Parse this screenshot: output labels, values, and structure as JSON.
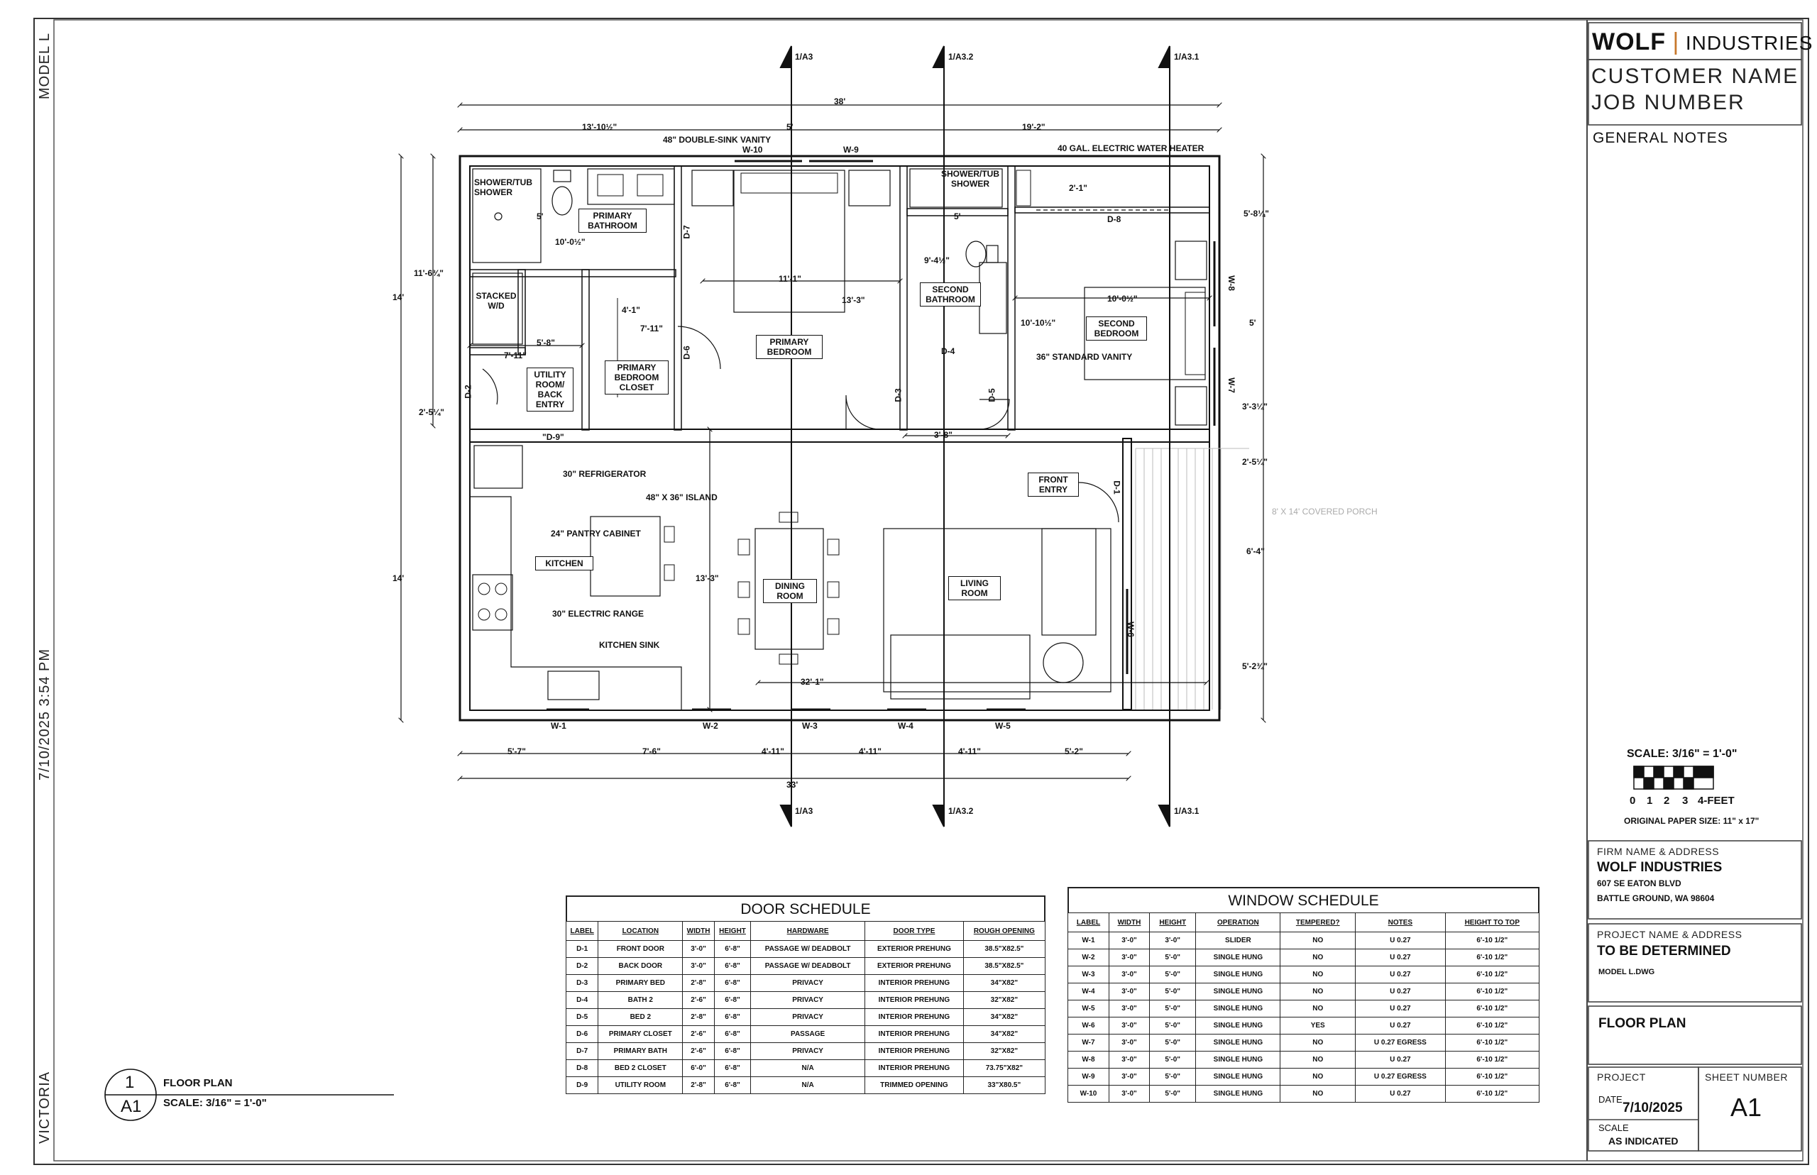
{
  "sidebar": {
    "model": "MODEL L",
    "datetime": "7/10/2025  3:54  PM",
    "project": "VICTORIA"
  },
  "title_block": {
    "logo_wolf": "WOLF",
    "logo_industries": "INDUSTRIES",
    "customer": "CUSTOMER NAME",
    "job": "JOB NUMBER",
    "general_notes": "GENERAL NOTES",
    "scale_title": "SCALE: 3/16\" = 1'-0\"",
    "scale_ticks": [
      "0",
      "1",
      "2",
      "3",
      "4-FEET"
    ],
    "paper_size": "ORIGINAL PAPER SIZE: 11\" x 17\"",
    "firm_label": "FIRM NAME & ADDRESS",
    "firm_name": "WOLF INDUSTRIES",
    "firm_addr1": "607 SE EATON BLVD",
    "firm_addr2": "BATTLE GROUND, WA 98604",
    "project_label": "PROJECT NAME & ADDRESS",
    "project_name": "TO BE DETERMINED",
    "dwg": "MODEL L.DWG",
    "drawing_title": "FLOOR PLAN",
    "project_box": "PROJECT",
    "sheet_label": "SHEET NUMBER",
    "date_label": "DATE",
    "date": "7/10/2025",
    "sheet_number": "A1",
    "scale_label": "SCALE",
    "scale_value": "AS INDICATED"
  },
  "view_label": {
    "num": "1",
    "sheet": "A1",
    "title": "FLOOR PLAN",
    "scale": "SCALE: 3/16\" = 1'-0\""
  },
  "section_marks": [
    "1/A3",
    "1/A3.2",
    "1/A3.1"
  ],
  "dimensions": {
    "top": [
      "38'",
      "13'-10½\"",
      "5'",
      "19'-2\""
    ],
    "bottom_total": "33'",
    "bottom": [
      "5'-7\"",
      "7'-6\"",
      "4'-11\"",
      "4'-11\"",
      "4'-11\"",
      "5'-2\""
    ],
    "left": [
      "11'-6¾\"",
      "14'",
      "14'",
      "2'-5¼\""
    ],
    "right": [
      "5'-8¼\"",
      "5'",
      "3'-3¼\"",
      "2'-5¼\"",
      "6'-4\"",
      "5'-2¾\""
    ],
    "interior": [
      "5'",
      "10'-0½\"",
      "5'-8\"",
      "7'-11\"",
      "4'-1\"",
      "7'-11\"",
      "11'-1\"",
      "13'-3\"",
      "2'-1\"",
      "5'",
      "9'-4½\"",
      "10'-0½\"",
      "10'-10½\"",
      "3'-8\"",
      "13'-3\"",
      "32'-1\""
    ]
  },
  "rooms": [
    "SHOWER/TUB SHOWER",
    "PRIMARY BATHROOM",
    "STACKED W/D",
    "UTILITY ROOM/ BACK ENTRY",
    "PRIMARY BEDROOM CLOSET",
    "PRIMARY BEDROOM",
    "SHOWER/TUB SHOWER",
    "SECOND BATHROOM",
    "SECOND BEDROOM",
    "FRONT ENTRY",
    "KITCHEN",
    "DINING ROOM",
    "LIVING ROOM"
  ],
  "callouts": [
    "48\" DOUBLE-SINK VANITY",
    "40 GAL. ELECTRIC WATER HEATER",
    "36\" STANDARD VANITY",
    "30\" REFRIGERATOR",
    "48\" X 36\" ISLAND",
    "24\" PANTRY CABINET",
    "30\" ELECTRIC RANGE",
    "KITCHEN SINK",
    "8' X 14' COVERED PORCH",
    "\"D-9\""
  ],
  "tags": {
    "windows": [
      "W-10",
      "W-9",
      "W-8",
      "W-7",
      "W-6",
      "W-1",
      "W-2",
      "W-3",
      "W-4",
      "W-5"
    ],
    "doors": [
      "D-7",
      "D-8",
      "D-6",
      "D-3",
      "D-4",
      "D-5",
      "D-2",
      "D-1"
    ]
  },
  "door_schedule": {
    "title": "DOOR SCHEDULE",
    "headers": [
      "LABEL",
      "LOCATION",
      "WIDTH",
      "HEIGHT",
      "HARDWARE",
      "DOOR TYPE",
      "ROUGH OPENING"
    ],
    "rows": [
      [
        "D-1",
        "FRONT DOOR",
        "3'-0\"",
        "6'-8\"",
        "PASSAGE W/ DEADBOLT",
        "EXTERIOR PREHUNG",
        "38.5\"X82.5\""
      ],
      [
        "D-2",
        "BACK DOOR",
        "3'-0\"",
        "6'-8\"",
        "PASSAGE W/ DEADBOLT",
        "EXTERIOR PREHUNG",
        "38.5\"X82.5\""
      ],
      [
        "D-3",
        "PRIMARY BED",
        "2'-8\"",
        "6'-8\"",
        "PRIVACY",
        "INTERIOR PREHUNG",
        "34\"X82\""
      ],
      [
        "D-4",
        "BATH 2",
        "2'-6\"",
        "6'-8\"",
        "PRIVACY",
        "INTERIOR PREHUNG",
        "32\"X82\""
      ],
      [
        "D-5",
        "BED 2",
        "2'-8\"",
        "6'-8\"",
        "PRIVACY",
        "INTERIOR PREHUNG",
        "34\"X82\""
      ],
      [
        "D-6",
        "PRIMARY CLOSET",
        "2'-6\"",
        "6'-8\"",
        "PASSAGE",
        "INTERIOR PREHUNG",
        "34\"X82\""
      ],
      [
        "D-7",
        "PRIMARY BATH",
        "2'-6\"",
        "6'-8\"",
        "PRIVACY",
        "INTERIOR PREHUNG",
        "32\"X82\""
      ],
      [
        "D-8",
        "BED 2 CLOSET",
        "6'-0\"",
        "6'-8\"",
        "N/A",
        "INTERIOR PREHUNG",
        "73.75\"X82\""
      ],
      [
        "D-9",
        "UTILITY ROOM",
        "2'-8\"",
        "6'-8\"",
        "N/A",
        "TRIMMED OPENING",
        "33\"X80.5\""
      ]
    ]
  },
  "window_schedule": {
    "title": "WINDOW SCHEDULE",
    "headers": [
      "LABEL",
      "WIDTH",
      "HEIGHT",
      "OPERATION",
      "TEMPERED?",
      "NOTES",
      "HEIGHT TO TOP"
    ],
    "rows": [
      [
        "W-1",
        "3'-0\"",
        "3'-0\"",
        "SLIDER",
        "NO",
        "U 0.27",
        "6'-10 1/2\""
      ],
      [
        "W-2",
        "3'-0\"",
        "5'-0\"",
        "SINGLE HUNG",
        "NO",
        "U 0.27",
        "6'-10 1/2\""
      ],
      [
        "W-3",
        "3'-0\"",
        "5'-0\"",
        "SINGLE HUNG",
        "NO",
        "U 0.27",
        "6'-10 1/2\""
      ],
      [
        "W-4",
        "3'-0\"",
        "5'-0\"",
        "SINGLE HUNG",
        "NO",
        "U 0.27",
        "6'-10 1/2\""
      ],
      [
        "W-5",
        "3'-0\"",
        "5'-0\"",
        "SINGLE HUNG",
        "NO",
        "U 0.27",
        "6'-10 1/2\""
      ],
      [
        "W-6",
        "3'-0\"",
        "5'-0\"",
        "SINGLE HUNG",
        "YES",
        "U 0.27",
        "6'-10 1/2\""
      ],
      [
        "W-7",
        "3'-0\"",
        "5'-0\"",
        "SINGLE HUNG",
        "NO",
        "U 0.27 EGRESS",
        "6'-10 1/2\""
      ],
      [
        "W-8",
        "3'-0\"",
        "5'-0\"",
        "SINGLE HUNG",
        "NO",
        "U 0.27",
        "6'-10 1/2\""
      ],
      [
        "W-9",
        "3'-0\"",
        "5'-0\"",
        "SINGLE HUNG",
        "NO",
        "U 0.27 EGRESS",
        "6'-10 1/2\""
      ],
      [
        "W-10",
        "3'-0\"",
        "5'-0\"",
        "SINGLE HUNG",
        "NO",
        "U 0.27",
        "6'-10 1/2\""
      ]
    ]
  }
}
